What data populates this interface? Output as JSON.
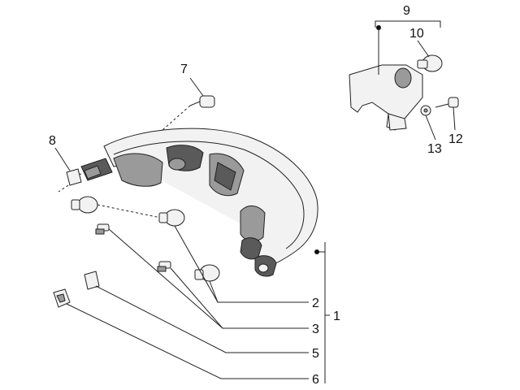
{
  "diagram": {
    "callouts": [
      {
        "id": "c1",
        "label": "1"
      },
      {
        "id": "c2",
        "label": "2"
      },
      {
        "id": "c3",
        "label": "3"
      },
      {
        "id": "c5",
        "label": "5"
      },
      {
        "id": "c6",
        "label": "6"
      },
      {
        "id": "c7",
        "label": "7"
      },
      {
        "id": "c8",
        "label": "8"
      },
      {
        "id": "c9",
        "label": "9"
      },
      {
        "id": "c10",
        "label": "10"
      },
      {
        "id": "c12",
        "label": "12"
      },
      {
        "id": "c13",
        "label": "13"
      }
    ]
  }
}
